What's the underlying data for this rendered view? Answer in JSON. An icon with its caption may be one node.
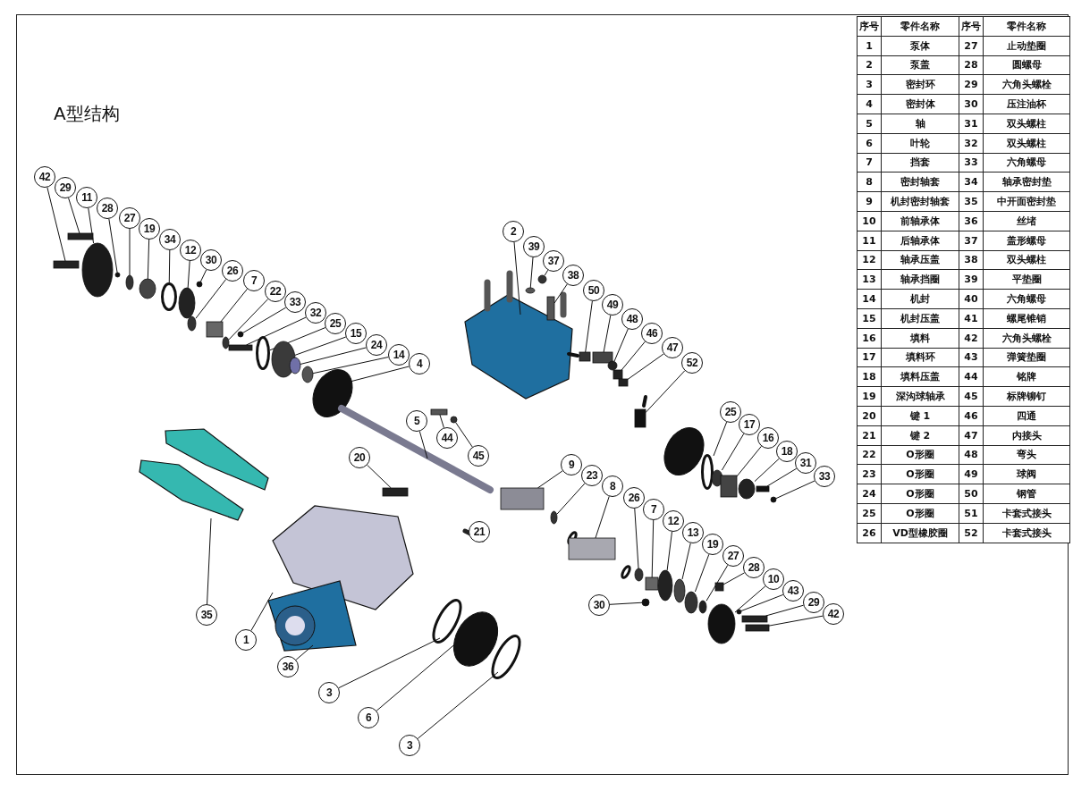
{
  "diagram": {
    "title": "A型结构",
    "nodes": [
      {
        "text": [
          "42"
        ]
      },
      {
        "text": [
          "29"
        ]
      },
      {
        "text": [
          "11"
        ]
      },
      {
        "text": [
          "28"
        ]
      },
      {
        "text": [
          "27"
        ]
      },
      {
        "text": [
          "19"
        ]
      },
      {
        "text": [
          "34"
        ]
      },
      {
        "text": [
          "12"
        ]
      },
      {
        "text": [
          "30"
        ]
      },
      {
        "text": [
          "26"
        ]
      },
      {
        "text": [
          "7"
        ]
      },
      {
        "text": [
          "22"
        ]
      },
      {
        "text": [
          "33"
        ]
      },
      {
        "text": [
          "32"
        ]
      },
      {
        "text": [
          "25"
        ]
      },
      {
        "text": [
          "15"
        ]
      },
      {
        "text": [
          "24"
        ]
      },
      {
        "text": [
          "14"
        ]
      },
      {
        "text": [
          "4"
        ]
      },
      {
        "text": [
          "2"
        ]
      },
      {
        "text": [
          "39"
        ]
      },
      {
        "text": [
          "37"
        ]
      },
      {
        "text": [
          "38"
        ]
      },
      {
        "text": [
          "50"
        ]
      },
      {
        "text": [
          "49"
        ]
      },
      {
        "text": [
          "48"
        ]
      },
      {
        "text": [
          "46"
        ]
      },
      {
        "text": [
          "47"
        ]
      },
      {
        "text": [
          "52"
        ]
      },
      {
        "text": [
          "44"
        ]
      },
      {
        "text": [
          "45"
        ]
      },
      {
        "text": [
          "5"
        ]
      },
      {
        "text": [
          "20"
        ]
      },
      {
        "text": [
          "25"
        ]
      },
      {
        "text": [
          "17"
        ]
      },
      {
        "text": [
          "16"
        ]
      },
      {
        "text": [
          "18"
        ]
      },
      {
        "text": [
          "31"
        ]
      },
      {
        "text": [
          "33"
        ]
      },
      {
        "text": [
          "9"
        ]
      },
      {
        "text": [
          "23"
        ]
      },
      {
        "text": [
          "8"
        ]
      },
      {
        "text": [
          "21"
        ]
      },
      {
        "text": [
          "26"
        ]
      },
      {
        "text": [
          "7"
        ]
      },
      {
        "text": [
          "12"
        ]
      },
      {
        "text": [
          "13"
        ]
      },
      {
        "text": [
          "19"
        ]
      },
      {
        "text": [
          "27"
        ]
      },
      {
        "text": [
          "28"
        ]
      },
      {
        "text": [
          "10"
        ]
      },
      {
        "text": [
          "43"
        ]
      },
      {
        "text": [
          "29"
        ]
      },
      {
        "text": [
          "42"
        ]
      },
      {
        "text": [
          "30"
        ]
      },
      {
        "text": [
          "35"
        ]
      },
      {
        "text": [
          "1"
        ]
      },
      {
        "text": [
          "36"
        ]
      },
      {
        "text": [
          "3"
        ]
      },
      {
        "text": [
          "6"
        ]
      },
      {
        "text": [
          "3"
        ]
      },
      {
        "text": [],
        "shape": "box"
      },
      {
        "text": [],
        "shape": "box"
      },
      {
        "text": [],
        "shape": "circle"
      },
      {
        "text": [],
        "shape": "circle"
      },
      {
        "text": [],
        "shape": "circle"
      },
      {
        "text": [],
        "shape": "circle"
      },
      {
        "text": [],
        "shape": "circle"
      },
      {
        "text": [],
        "shape": "circle"
      },
      {
        "text": [],
        "shape": "circle"
      },
      {
        "text": [],
        "shape": "circle"
      },
      {
        "text": [],
        "shape": "box"
      },
      {
        "text": [],
        "shape": "circle"
      },
      {
        "text": [],
        "shape": "circle"
      },
      {
        "text": [],
        "shape": "box"
      },
      {
        "text": [],
        "shape": "circle"
      },
      {
        "text": [],
        "shape": "circle"
      },
      {
        "text": [],
        "shape": "circle"
      },
      {
        "text": [],
        "shape": "circle"
      },
      {
        "text": [],
        "shape": "circle"
      },
      {
        "text": [],
        "shape": "circle"
      },
      {
        "text": [],
        "shape": "box"
      },
      {
        "text": [],
        "shape": "box"
      },
      {
        "text": [],
        "shape": "box"
      },
      {
        "text": [],
        "shape": "circle"
      },
      {
        "text": [],
        "shape": "box"
      },
      {
        "text": [],
        "shape": "box"
      },
      {
        "text": [],
        "shape": "box"
      },
      {
        "text": [],
        "shape": "box"
      },
      {
        "text": [],
        "shape": "circle"
      },
      {
        "text": [],
        "shape": "box"
      },
      {
        "text": [],
        "shape": "circle"
      },
      {
        "text": [],
        "shape": "circle"
      },
      {
        "text": [],
        "shape": "box"
      },
      {
        "text": [],
        "shape": "circle"
      },
      {
        "text": [],
        "shape": "box"
      },
      {
        "text": [],
        "shape": "circle"
      },
      {
        "text": [],
        "shape": "box"
      },
      {
        "text": [],
        "shape": "circle"
      },
      {
        "text": [],
        "shape": "box"
      },
      {
        "text": [],
        "shape": "circle"
      },
      {
        "text": [],
        "shape": "box"
      },
      {
        "text": [],
        "shape": "circle"
      },
      {
        "text": [],
        "shape": "circle"
      },
      {
        "text": [],
        "shape": "circle"
      },
      {
        "text": [],
        "shape": "circle"
      },
      {
        "text": [],
        "shape": "box"
      },
      {
        "text": [],
        "shape": "circle"
      },
      {
        "text": [],
        "shape": "circle"
      },
      {
        "text": [],
        "shape": "box"
      },
      {
        "text": [],
        "shape": "box"
      },
      {
        "text": [],
        "shape": "circle"
      }
    ],
    "edges": [
      {
        "from": 0,
        "to": 61,
        "arrow": "none"
      },
      {
        "from": 1,
        "to": 62,
        "arrow": "none"
      },
      {
        "from": 2,
        "to": 63,
        "arrow": "none"
      },
      {
        "from": 3,
        "to": 64,
        "arrow": "none"
      },
      {
        "from": 4,
        "to": 65,
        "arrow": "none"
      },
      {
        "from": 5,
        "to": 66,
        "arrow": "none"
      },
      {
        "from": 6,
        "to": 67,
        "arrow": "none"
      },
      {
        "from": 7,
        "to": 68,
        "arrow": "none"
      },
      {
        "from": 8,
        "to": 69,
        "arrow": "none"
      },
      {
        "from": 9,
        "to": 70,
        "arrow": "none"
      },
      {
        "from": 10,
        "to": 71,
        "arrow": "none"
      },
      {
        "from": 11,
        "to": 72,
        "arrow": "none"
      },
      {
        "from": 12,
        "to": 73,
        "arrow": "none"
      },
      {
        "from": 13,
        "to": 74,
        "arrow": "none"
      },
      {
        "from": 14,
        "to": 75,
        "arrow": "none"
      },
      {
        "from": 15,
        "to": 76,
        "arrow": "none"
      },
      {
        "from": 16,
        "to": 77,
        "arrow": "none"
      },
      {
        "from": 17,
        "to": 78,
        "arrow": "none"
      },
      {
        "from": 18,
        "to": null,
        "arrow": "none"
      },
      {
        "from": 19,
        "to": null,
        "arrow": "none"
      },
      {
        "from": 20,
        "to": 79,
        "arrow": "none"
      },
      {
        "from": 21,
        "to": 80,
        "arrow": "none"
      },
      {
        "from": 22,
        "to": 81,
        "arrow": "none"
      },
      {
        "from": 23,
        "to": 82,
        "arrow": "none"
      },
      {
        "from": 24,
        "to": 83,
        "arrow": "none"
      },
      {
        "from": 25,
        "to": 84,
        "arrow": "none"
      },
      {
        "from": 26,
        "to": 85,
        "arrow": "none"
      },
      {
        "from": 27,
        "to": 86,
        "arrow": "none"
      },
      {
        "from": 28,
        "to": 87,
        "arrow": "none"
      },
      {
        "from": 29,
        "to": 88,
        "arrow": "none"
      },
      {
        "from": 30,
        "to": 89,
        "arrow": "none"
      },
      {
        "from": 31,
        "to": null,
        "arrow": "none"
      },
      {
        "from": 32,
        "to": 90,
        "arrow": "none"
      },
      {
        "from": 33,
        "to": 91,
        "arrow": "none"
      },
      {
        "from": 34,
        "to": 92,
        "arrow": "none"
      },
      {
        "from": 35,
        "to": 93,
        "arrow": "none"
      },
      {
        "from": 36,
        "to": 94,
        "arrow": "none"
      },
      {
        "from": 37,
        "to": 95,
        "arrow": "none"
      },
      {
        "from": 38,
        "to": 96,
        "arrow": "none"
      },
      {
        "from": 39,
        "to": 97,
        "arrow": "none"
      },
      {
        "from": 40,
        "to": 98,
        "arrow": "none"
      },
      {
        "from": 41,
        "to": 99,
        "arrow": "none"
      },
      {
        "from": 43,
        "to": 100,
        "arrow": "none"
      },
      {
        "from": 44,
        "to": 101,
        "arrow": "none"
      },
      {
        "from": 45,
        "to": 102,
        "arrow": "none"
      },
      {
        "from": 46,
        "to": 103,
        "arrow": "none"
      },
      {
        "from": 47,
        "to": 104,
        "arrow": "none"
      },
      {
        "from": 48,
        "to": 105,
        "arrow": "none"
      },
      {
        "from": 49,
        "to": 106,
        "arrow": "none"
      },
      {
        "from": 50,
        "to": 107,
        "arrow": "none"
      },
      {
        "from": 51,
        "to": 108,
        "arrow": "none"
      },
      {
        "from": 52,
        "to": 109,
        "arrow": "none"
      },
      {
        "from": 53,
        "to": 110,
        "arrow": "none"
      },
      {
        "from": 54,
        "to": 111,
        "arrow": "none"
      },
      {
        "from": 55,
        "to": null,
        "arrow": "none"
      },
      {
        "from": 56,
        "to": null,
        "arrow": "none"
      },
      {
        "from": 57,
        "to": null,
        "arrow": "none"
      },
      {
        "from": 58,
        "to": null,
        "arrow": "none"
      },
      {
        "from": 59,
        "to": null,
        "arrow": "none"
      },
      {
        "from": 60,
        "to": null,
        "arrow": "none"
      }
    ],
    "labels": [
      "序号",
      "零件名称",
      "序号",
      "零件名称",
      "1",
      "泵体",
      "27",
      "止动垫圈",
      "2",
      "泵盖",
      "28",
      "圆螺母",
      "3",
      "密封环",
      "29",
      "六角头螺栓",
      "4",
      "密封体",
      "30",
      "压注油杯",
      "5",
      "轴",
      "31",
      "双头螺柱",
      "6",
      "叶轮",
      "32",
      "双头螺柱",
      "7",
      "挡套",
      "33",
      "六角螺母",
      "8",
      "密封轴套",
      "34",
      "轴承密封垫",
      "9",
      "机封密封轴套",
      "35",
      "中开面密封垫",
      "10",
      "前轴承体",
      "36",
      "丝堵",
      "11",
      "后轴承体",
      "37",
      "盖形螺母",
      "12",
      "轴承压盖",
      "38",
      "双头螺柱",
      "13",
      "轴承挡圈",
      "39",
      "平垫圈",
      "14",
      "机封",
      "40",
      "六角螺母",
      "15",
      "机封压盖",
      "41",
      "螺尾锥销",
      "16",
      "填料",
      "42",
      "六角头螺栓",
      "17",
      "填料环",
      "43",
      "弹簧垫圈",
      "18",
      "填料压盖",
      "44",
      "铭牌",
      "19",
      "深沟球轴承",
      "45",
      "标牌铆钉",
      "20",
      "键 1",
      "46",
      "四通",
      "21",
      "键 2",
      "47",
      "内接头",
      "22",
      "O形圈",
      "48",
      "弯头",
      "23",
      "O形圈",
      "49",
      "球阀",
      "24",
      "O形圈",
      "50",
      "钢管",
      "25",
      "O形圈",
      "51",
      "卡套式接头",
      "26",
      "VD型橡胶圈",
      "52",
      "卡套式接头"
    ]
  }
}
